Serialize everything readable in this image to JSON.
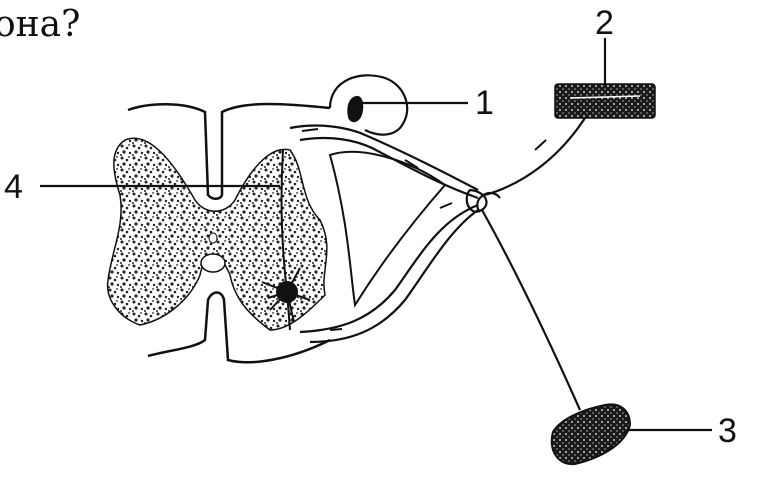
{
  "question_fragment": "она?",
  "labels": {
    "l1": "1",
    "l2": "2",
    "l3": "3",
    "l4": "4"
  },
  "colors": {
    "ink": "#111111",
    "background": "#ffffff"
  }
}
